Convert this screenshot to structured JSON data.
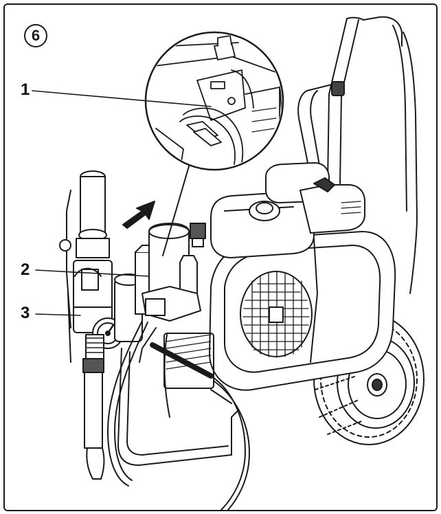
{
  "figure": {
    "step_number": "6",
    "callouts": [
      {
        "label": "1"
      },
      {
        "label": "2"
      },
      {
        "label": "3"
      }
    ]
  }
}
